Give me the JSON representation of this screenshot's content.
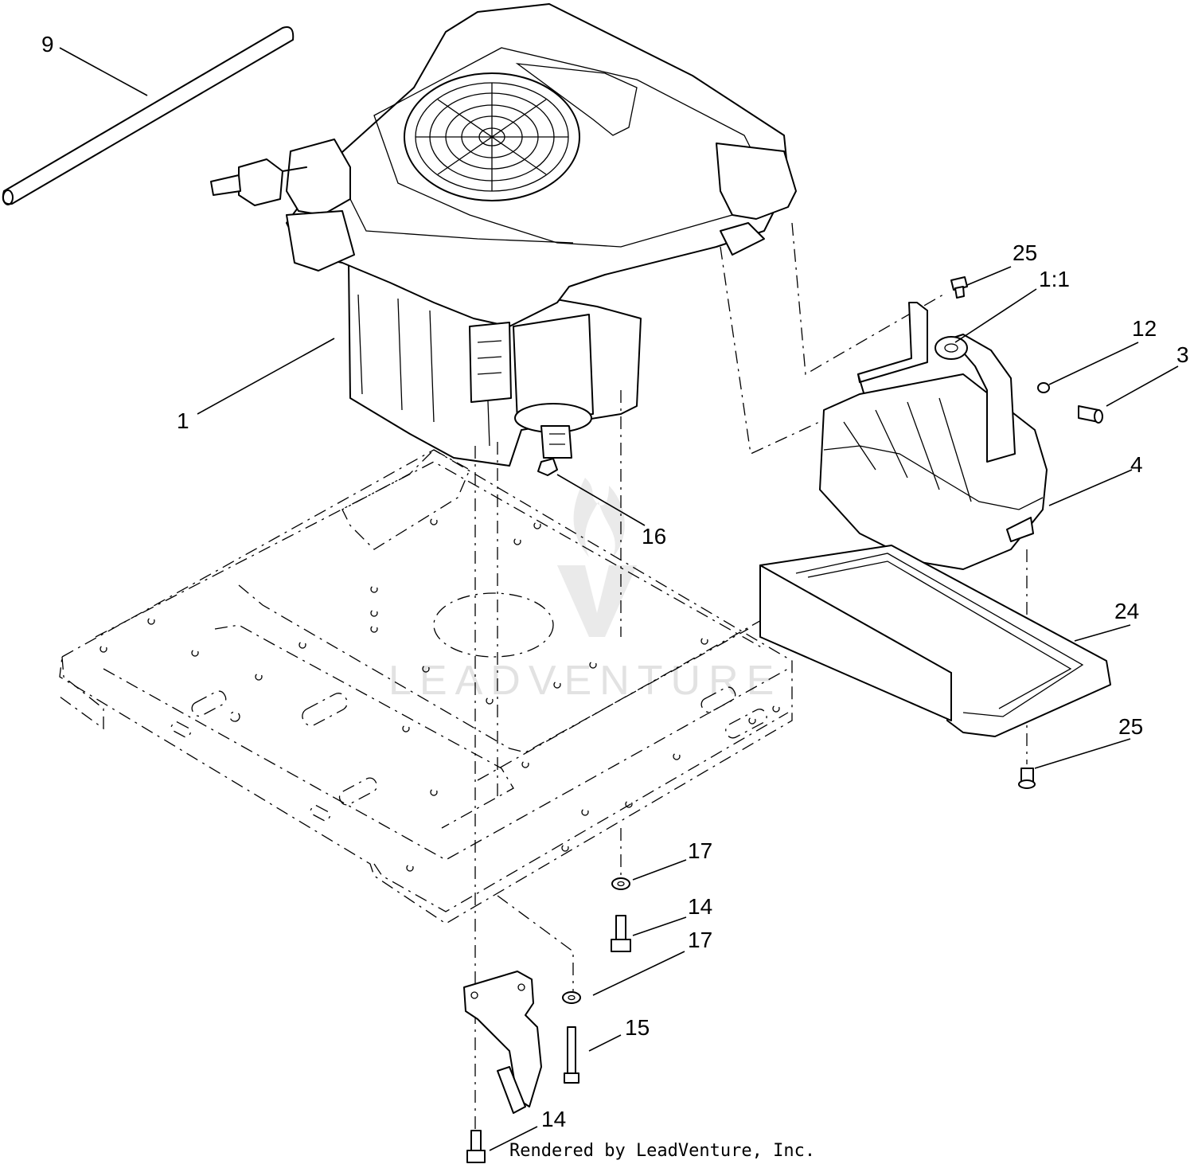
{
  "callouts": [
    {
      "id": "c9",
      "label": "9"
    },
    {
      "id": "c1",
      "label": "1"
    },
    {
      "id": "c25a",
      "label": "25"
    },
    {
      "id": "c1_1",
      "label": "1:1"
    },
    {
      "id": "c12",
      "label": "12"
    },
    {
      "id": "c3",
      "label": "3"
    },
    {
      "id": "c4",
      "label": "4"
    },
    {
      "id": "c16",
      "label": "16"
    },
    {
      "id": "c24",
      "label": "24"
    },
    {
      "id": "c25b",
      "label": "25"
    },
    {
      "id": "c17a",
      "label": "17"
    },
    {
      "id": "c14a",
      "label": "14"
    },
    {
      "id": "c17b",
      "label": "17"
    },
    {
      "id": "c15",
      "label": "15"
    },
    {
      "id": "c14b",
      "label": "14"
    }
  ],
  "watermark": "LEADVENTURE",
  "credit": "Rendered by LeadVenture, Inc."
}
